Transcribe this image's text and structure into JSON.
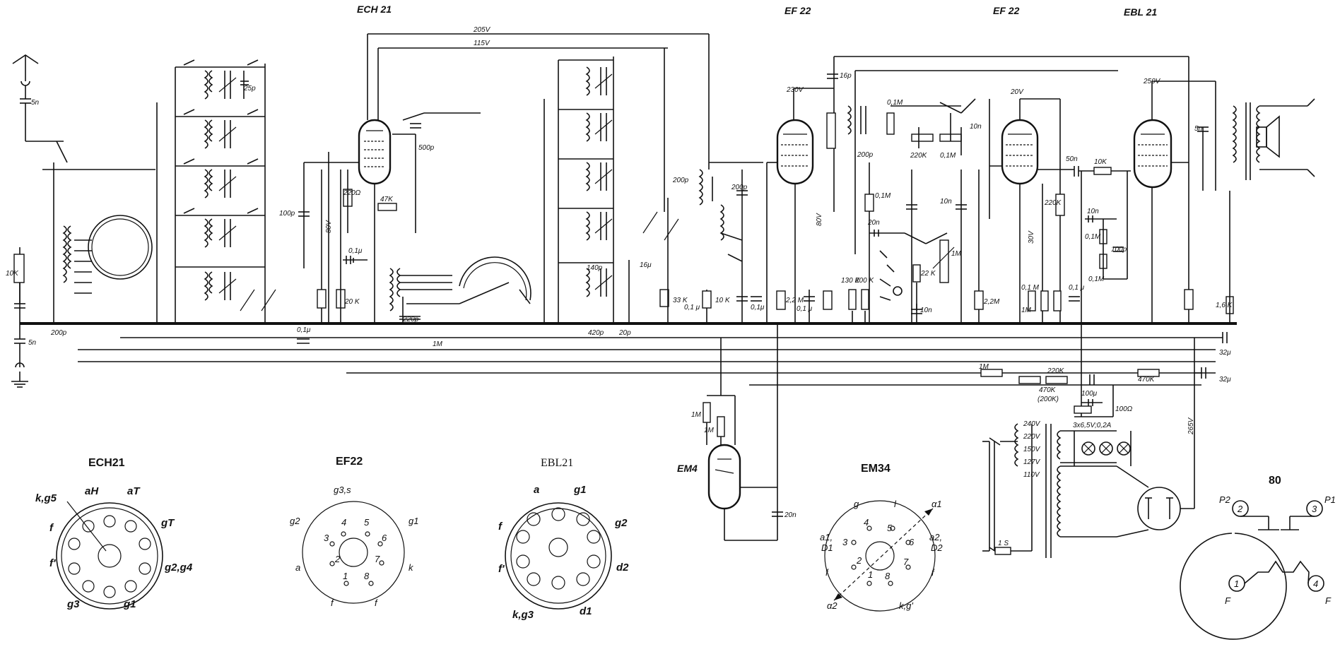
{
  "tube_labels": {
    "ech21_top": "ECH 21",
    "ef22_a_top": "EF 22",
    "ef22_b_top": "EF 22",
    "ebl21_top": "EBL 21",
    "em4": "EM4"
  },
  "voltages": {
    "v205": "205V",
    "v115": "115V",
    "v230": "230V",
    "v20": "20V",
    "v250": "250V",
    "v80a": "80V",
    "v80b": "80V",
    "v30": "30V",
    "v265": "265V"
  },
  "components": {
    "c5n_top": "5n",
    "c5n_bot": "5n",
    "r10k_ant": "10K",
    "c200p_ant": "200p",
    "c25p": "25p",
    "c500p": "500p",
    "c100p_osc": "100p",
    "r220": "220Ω",
    "r47k": "47K",
    "c01u_a": "0,1μ",
    "r20k": "20 K",
    "c220p": "220p",
    "c01u_b": "0,1μ",
    "r1m_bus": "1M",
    "c140p": "140p",
    "c420p": "420p",
    "c20p": "20p",
    "c16u": "16μ",
    "r33k": "33 K",
    "c200p_if1": "200p",
    "c200p_if2": "200p",
    "c01u_c": "0,1 μ",
    "r10k_if": "10 K",
    "c01u_d": "0,1μ",
    "r22m": "2,2 M",
    "c16p": "16p",
    "c200p_ef": "200p",
    "c01u_e": "0,1 μ",
    "r01m_a": "0,1M",
    "r220k_a": "220K",
    "r01m_b": "0,1M",
    "c10n_a": "10n",
    "r01m_c": "0,1M",
    "c20n_a": "20n",
    "r130k": "130 K",
    "r200k": "200 K",
    "r22k": "22 K",
    "r1m_vol": "1M",
    "c10n_b": "10n",
    "c10n_c": "10n",
    "r22m_b": "2,2M",
    "c50n": "50n",
    "r10k_b": "10K",
    "r220k_b": "220K",
    "c01m_x": "0,1 M",
    "r1m_b": "1M",
    "c01u_f": "0,1 μ",
    "c10n_d": "10n",
    "r01m_d": "0,1M",
    "c100p_b": "100p",
    "r01m_e": "0,1M",
    "r16k": "1,6 K",
    "c32u_a": "32μ",
    "c32u_b": "32μ",
    "r1m_c": "1M",
    "r220k_c": "220K",
    "r470k_a": "470K",
    "r200k_b": "(200K)",
    "r470k_b": "470K",
    "c100u": "100μ",
    "r100": "100Ω",
    "r1m_em_a": "1M",
    "r1m_em_b": "1M",
    "c20n_em": "20n",
    "lamps": "3x6,5V;0,2A",
    "fuse": "1 S",
    "c5n_out": "5n"
  },
  "mains_taps": [
    "240V",
    "220V",
    "150V",
    "127V",
    "110V"
  ],
  "bases": {
    "ech21": {
      "title": "ECH21",
      "pins": [
        "k,g5",
        "aH",
        "aT",
        "f",
        "gT",
        "f'",
        "g2,g4",
        "g3",
        "g1"
      ]
    },
    "ef22": {
      "title": "EF22",
      "pins": [
        "g3,s",
        "g2",
        "g1",
        "a",
        "k",
        "f",
        "f"
      ],
      "numbers": [
        "4",
        "5",
        "3",
        "6",
        "2",
        "7",
        "1",
        "8"
      ]
    },
    "ebl21": {
      "title": "EBL21",
      "pins": [
        "a",
        "g1",
        "f",
        "g2",
        "f'",
        "d2",
        "k,g3",
        "d1"
      ]
    },
    "em34": {
      "title": "EM34",
      "pins": [
        "g",
        "l",
        "α1",
        "a1,",
        "D1",
        "a2,",
        "D2",
        "f",
        "f",
        "α2",
        "k,g'"
      ],
      "numbers": [
        "4",
        "5",
        "3",
        "6",
        "2",
        "7",
        "1",
        "8"
      ]
    },
    "tube80": {
      "title": "80",
      "pins": [
        "P2",
        "P1",
        "F",
        "F"
      ],
      "numbers": [
        "2",
        "3",
        "1",
        "4"
      ]
    }
  }
}
